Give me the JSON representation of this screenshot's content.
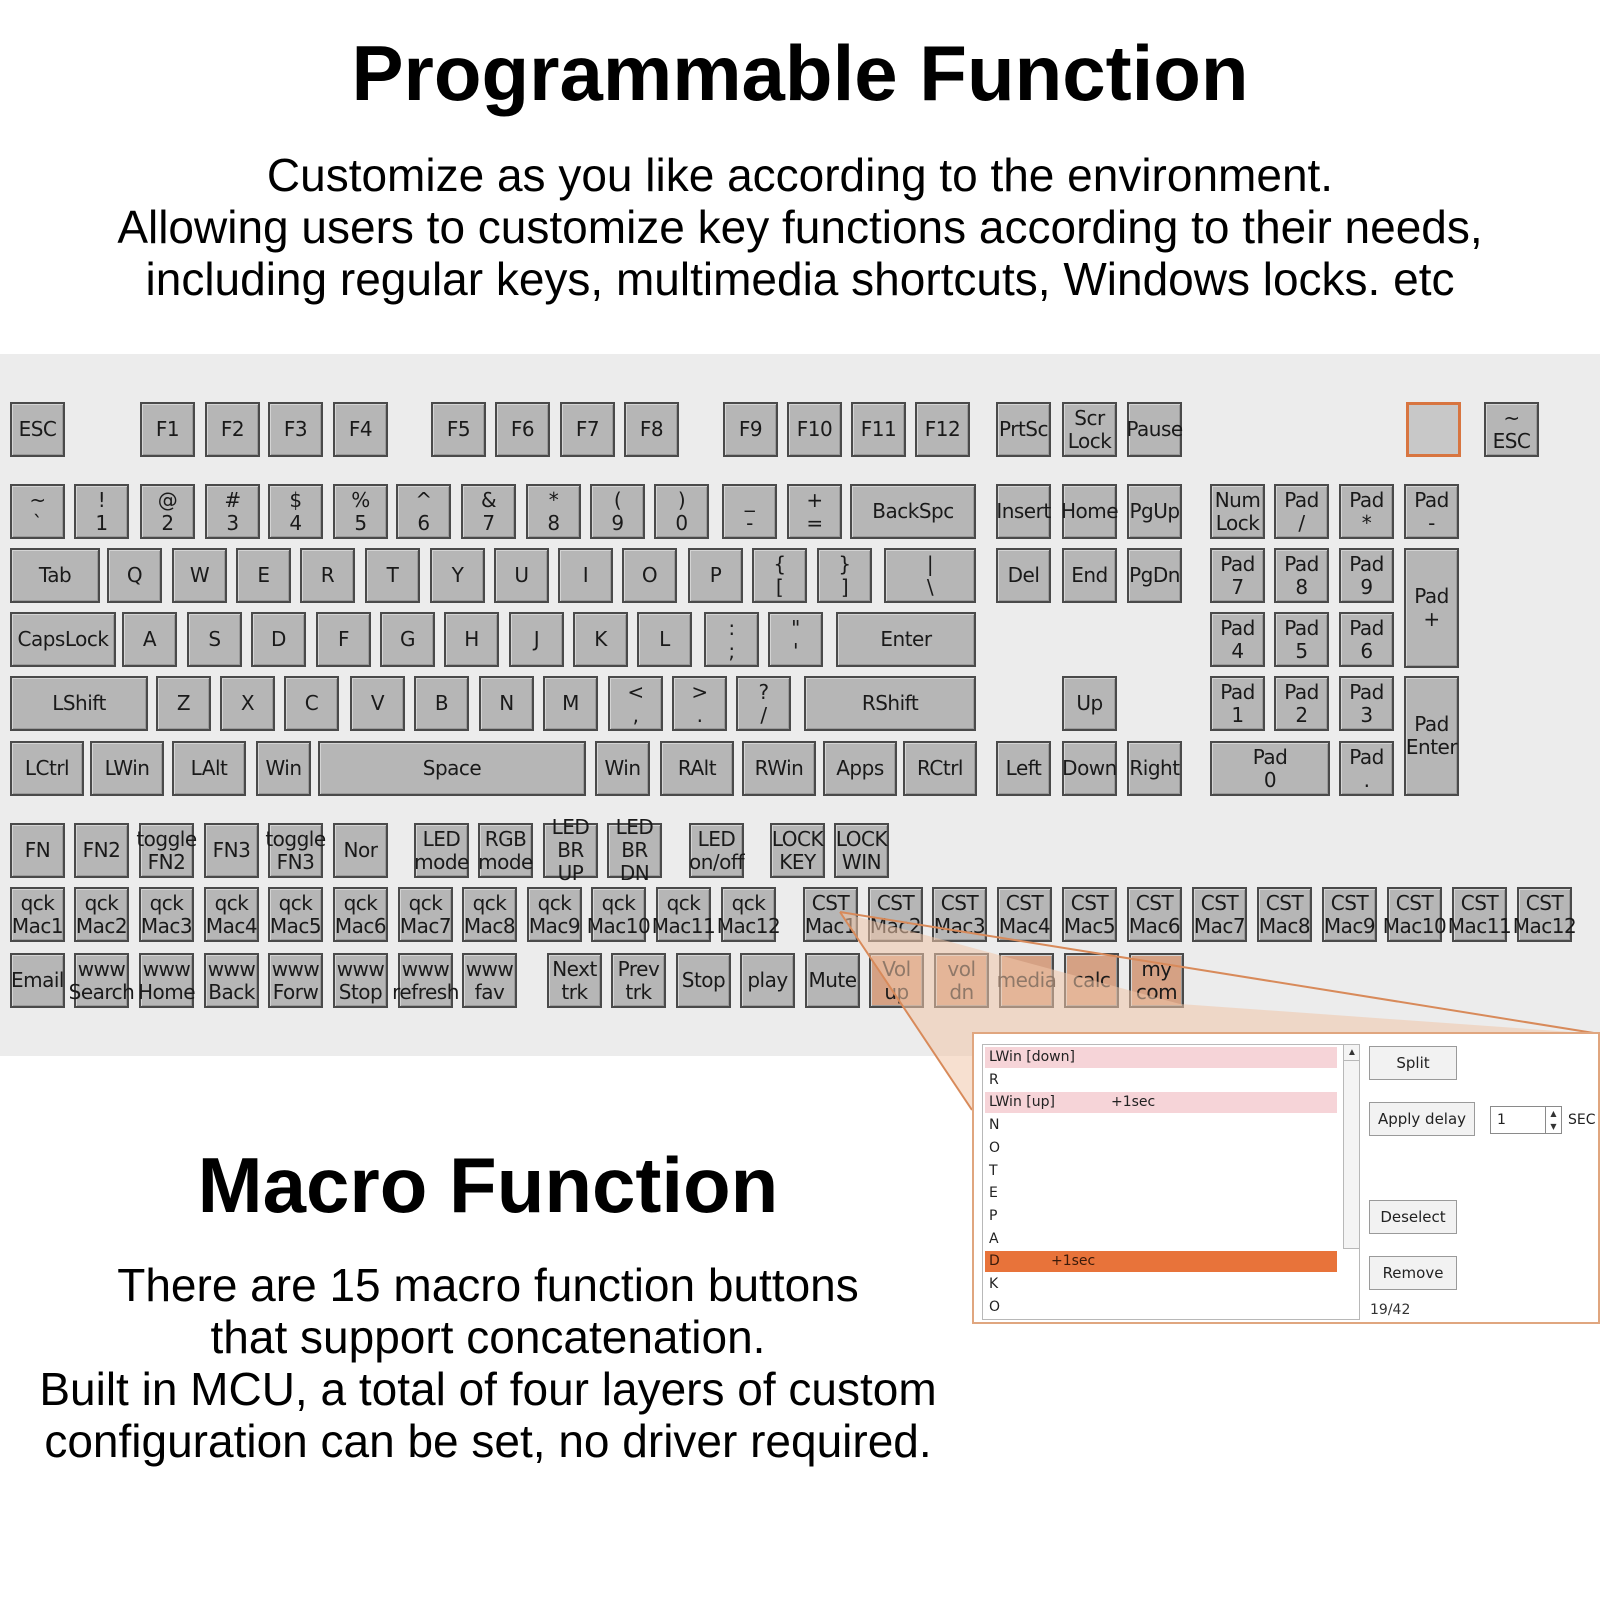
{
  "header": {
    "title": "Programmable Function",
    "subtitle_lines": [
      "Customize as you like according to the environment.",
      "Allowing users to customize key functions according to their needs,",
      "including regular keys, multimedia shortcuts, Windows locks. etc"
    ]
  },
  "keyboard": {
    "row_f": [
      "ESC",
      "F1",
      "F2",
      "F3",
      "F4",
      "F5",
      "F6",
      "F7",
      "F8",
      "F9",
      "F10",
      "F11",
      "F12",
      "PrtSc",
      "Scr Lock",
      "Pause",
      "",
      "~ ESC"
    ],
    "row_num": [
      "~ `",
      "! 1",
      "@ 2",
      "# 3",
      "$ 4",
      "% 5",
      "^ 6",
      "& 7",
      "* 8",
      "( 9",
      ") 0",
      "_ -",
      "+ =",
      "BackSpc",
      "Insert",
      "Home",
      "PgUp",
      "Num Lock",
      "Pad /",
      "Pad *",
      "Pad -"
    ],
    "row_tab": [
      "Tab",
      "Q",
      "W",
      "E",
      "R",
      "T",
      "Y",
      "U",
      "I",
      "O",
      "P",
      "{ [",
      "} ]",
      "| \\",
      "Del",
      "End",
      "PgDn",
      "Pad 7",
      "Pad 8",
      "Pad 9",
      "Pad +"
    ],
    "row_caps": [
      "CapsLock",
      "A",
      "S",
      "D",
      "F",
      "G",
      "H",
      "J",
      "K",
      "L",
      ": ;",
      "\" '",
      "Enter",
      "Pad 4",
      "Pad 5",
      "Pad 6"
    ],
    "row_shift": [
      "LShift",
      "Z",
      "X",
      "C",
      "V",
      "B",
      "N",
      "M",
      "< ,",
      "> .",
      "? /",
      "RShift",
      "Up",
      "Pad 1",
      "Pad 2",
      "Pad 3",
      "Pad Enter"
    ],
    "row_ctrl": [
      "LCtrl",
      "LWin",
      "LAlt",
      "Win",
      "Space",
      "Win",
      "RAlt",
      "RWin",
      "Apps",
      "RCtrl",
      "Left",
      "Down",
      "Right",
      "Pad 0",
      "Pad ."
    ],
    "row_fn": [
      "FN",
      "FN2",
      "toggle FN2",
      "FN3",
      "toggle FN3",
      "Nor",
      "LED mode",
      "RGB mode",
      "LED BR UP",
      "LED BR DN",
      "LED on/off",
      "LOCK KEY",
      "LOCK WIN"
    ],
    "row_mac": [
      "qck Mac1",
      "qck Mac2",
      "qck Mac3",
      "qck Mac4",
      "qck Mac5",
      "qck Mac6",
      "qck Mac7",
      "qck Mac8",
      "qck Mac9",
      "qck Mac10",
      "qck Mac11",
      "qck Mac12",
      "CST Mac1",
      "CST Mac2",
      "CST Mac3",
      "CST Mac4",
      "CST Mac5",
      "CST Mac6",
      "CST Mac7",
      "CST Mac8",
      "CST Mac9",
      "CST Mac10",
      "CST Mac11",
      "CST Mac12"
    ],
    "row_media": [
      "Email",
      "www Search",
      "www Home",
      "www Back",
      "www Forw",
      "www Stop",
      "www refresh",
      "www fav",
      "Next trk",
      "Prev trk",
      "Stop",
      "play",
      "Mute",
      "Vol up",
      "vol dn",
      "media",
      "calc",
      "my com"
    ]
  },
  "macro_editor": {
    "rows": [
      {
        "key": "LWin [down]",
        "delay": ""
      },
      {
        "key": "R",
        "delay": ""
      },
      {
        "key": "LWin [up]",
        "delay": "+1sec"
      },
      {
        "key": "N",
        "delay": ""
      },
      {
        "key": "O",
        "delay": ""
      },
      {
        "key": "T",
        "delay": ""
      },
      {
        "key": "E",
        "delay": ""
      },
      {
        "key": "P",
        "delay": ""
      },
      {
        "key": "A",
        "delay": ""
      },
      {
        "key": "D",
        "delay": "+1sec"
      },
      {
        "key": "K",
        "delay": ""
      },
      {
        "key": "O",
        "delay": ""
      }
    ],
    "split_label": "Split",
    "apply_delay_label": "Apply delay",
    "delay_value": "1",
    "sec_label": "SEC",
    "deselect_label": "Deselect",
    "remove_label": "Remove",
    "count": "19/42"
  },
  "macro_section": {
    "title": "Macro Function",
    "lines": [
      "There are 15 macro function buttons",
      "that support concatenation.",
      "Built in MCU, a total of four layers of custom",
      "configuration can be set, no driver required."
    ]
  },
  "colors": {
    "key_fill": "#b6b6b6",
    "key_border": "#4a4a4a",
    "accent_orange": "#e8733a",
    "zoom_wedge": "#f1c6a9",
    "pink_row": "#f6d4d8"
  }
}
